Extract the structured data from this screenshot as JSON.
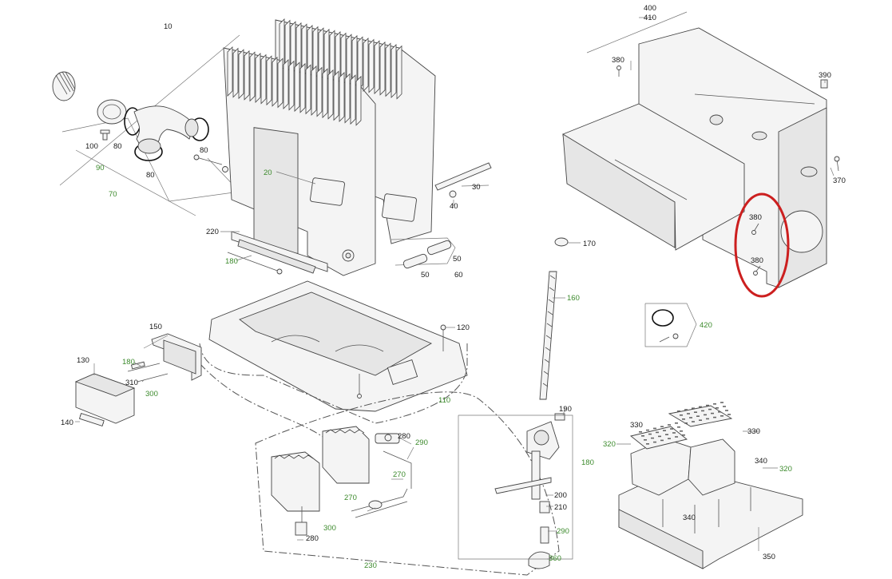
{
  "callouts": [
    {
      "id": "c10",
      "text": "10",
      "color": "k"
    },
    {
      "id": "c20",
      "text": "20",
      "color": "g"
    },
    {
      "id": "c30",
      "text": "30",
      "color": "k"
    },
    {
      "id": "c40",
      "text": "40",
      "color": "k"
    },
    {
      "id": "c50a",
      "text": "50",
      "color": "k"
    },
    {
      "id": "c50b",
      "text": "50",
      "color": "k"
    },
    {
      "id": "c60",
      "text": "60",
      "color": "k"
    },
    {
      "id": "c70",
      "text": "70",
      "color": "g"
    },
    {
      "id": "c80a",
      "text": "80",
      "color": "k"
    },
    {
      "id": "c80b",
      "text": "80",
      "color": "k"
    },
    {
      "id": "c80c",
      "text": "80",
      "color": "k"
    },
    {
      "id": "c90",
      "text": "90",
      "color": "g"
    },
    {
      "id": "c100",
      "text": "100",
      "color": "k"
    },
    {
      "id": "c110",
      "text": "110",
      "color": "g"
    },
    {
      "id": "c120",
      "text": "120",
      "color": "k"
    },
    {
      "id": "c130",
      "text": "130",
      "color": "k"
    },
    {
      "id": "c140",
      "text": "140",
      "color": "k"
    },
    {
      "id": "c150",
      "text": "150",
      "color": "k"
    },
    {
      "id": "c160",
      "text": "160",
      "color": "g"
    },
    {
      "id": "c170",
      "text": "170",
      "color": "k"
    },
    {
      "id": "c180a",
      "text": "180",
      "color": "g"
    },
    {
      "id": "c180b",
      "text": "180",
      "color": "g"
    },
    {
      "id": "c180c",
      "text": "180",
      "color": "g"
    },
    {
      "id": "c190",
      "text": "190",
      "color": "k"
    },
    {
      "id": "c200",
      "text": "200",
      "color": "k"
    },
    {
      "id": "c210",
      "text": "210",
      "color": "k"
    },
    {
      "id": "c220",
      "text": "220",
      "color": "k"
    },
    {
      "id": "c230",
      "text": "230",
      "color": "g"
    },
    {
      "id": "c270a",
      "text": "270",
      "color": "g"
    },
    {
      "id": "c270b",
      "text": "270",
      "color": "g"
    },
    {
      "id": "c280a",
      "text": "280",
      "color": "k"
    },
    {
      "id": "c280b",
      "text": "280",
      "color": "k"
    },
    {
      "id": "c290a",
      "text": "290",
      "color": "g"
    },
    {
      "id": "c290b",
      "text": "290",
      "color": "g"
    },
    {
      "id": "c300a",
      "text": "300",
      "color": "g"
    },
    {
      "id": "c300b",
      "text": "300",
      "color": "g"
    },
    {
      "id": "c310",
      "text": "310",
      "color": "k"
    },
    {
      "id": "c320a",
      "text": "320",
      "color": "g"
    },
    {
      "id": "c320b",
      "text": "320",
      "color": "g"
    },
    {
      "id": "c330a",
      "text": "330",
      "color": "k"
    },
    {
      "id": "c330b",
      "text": "330",
      "color": "k"
    },
    {
      "id": "c340a",
      "text": "340",
      "color": "k"
    },
    {
      "id": "c340b",
      "text": "340",
      "color": "k"
    },
    {
      "id": "c350",
      "text": "350",
      "color": "k"
    },
    {
      "id": "c360",
      "text": "360",
      "color": "g"
    },
    {
      "id": "c370",
      "text": "370",
      "color": "k"
    },
    {
      "id": "c380a",
      "text": "380",
      "color": "k"
    },
    {
      "id": "c380b",
      "text": "380",
      "color": "k"
    },
    {
      "id": "c380c",
      "text": "380",
      "color": "k"
    },
    {
      "id": "c390",
      "text": "390",
      "color": "k"
    },
    {
      "id": "c400",
      "text": "400",
      "color": "k"
    },
    {
      "id": "c410",
      "text": "410",
      "color": "k"
    },
    {
      "id": "c420",
      "text": "420",
      "color": "g"
    }
  ],
  "colors": {
    "label_black": "#1a1a1a",
    "label_green": "#3c8a2c",
    "highlight_circle": "#cc1f1f",
    "line": "#444444"
  },
  "highlight": {
    "encloses": [
      "380",
      "380"
    ]
  }
}
